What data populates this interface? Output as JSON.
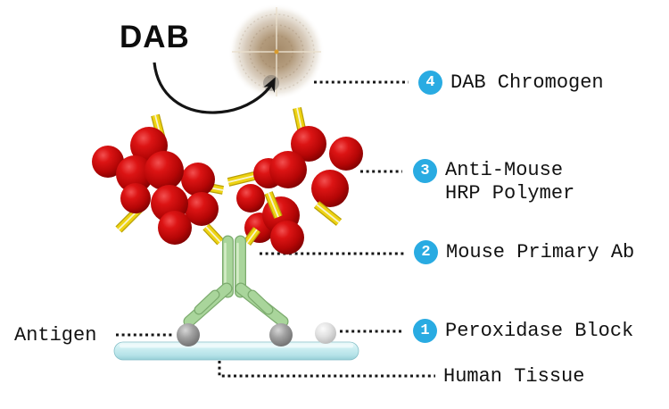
{
  "diagram_title": "DAB",
  "antigen_label": "Antigen",
  "legend": [
    {
      "number": "4",
      "label": "DAB Chromogen"
    },
    {
      "number": "3",
      "label": "Anti-Mouse",
      "label_line2": "HRP Polymer"
    },
    {
      "number": "2",
      "label": "Mouse Primary Ab"
    },
    {
      "number": "1",
      "label": "Peroxidase Block"
    },
    {
      "number": "",
      "label": "Human Tissue"
    }
  ],
  "colors": {
    "badge": "#29ABE2",
    "polymer-red": "#D61010",
    "linker-yellow": "#EFD215",
    "antibody-green": "#A9D59B",
    "tissue-blue": "#C9EEF1",
    "chromogen-brown": "#A6906E",
    "antigen-gray": "#9A9A9A"
  }
}
